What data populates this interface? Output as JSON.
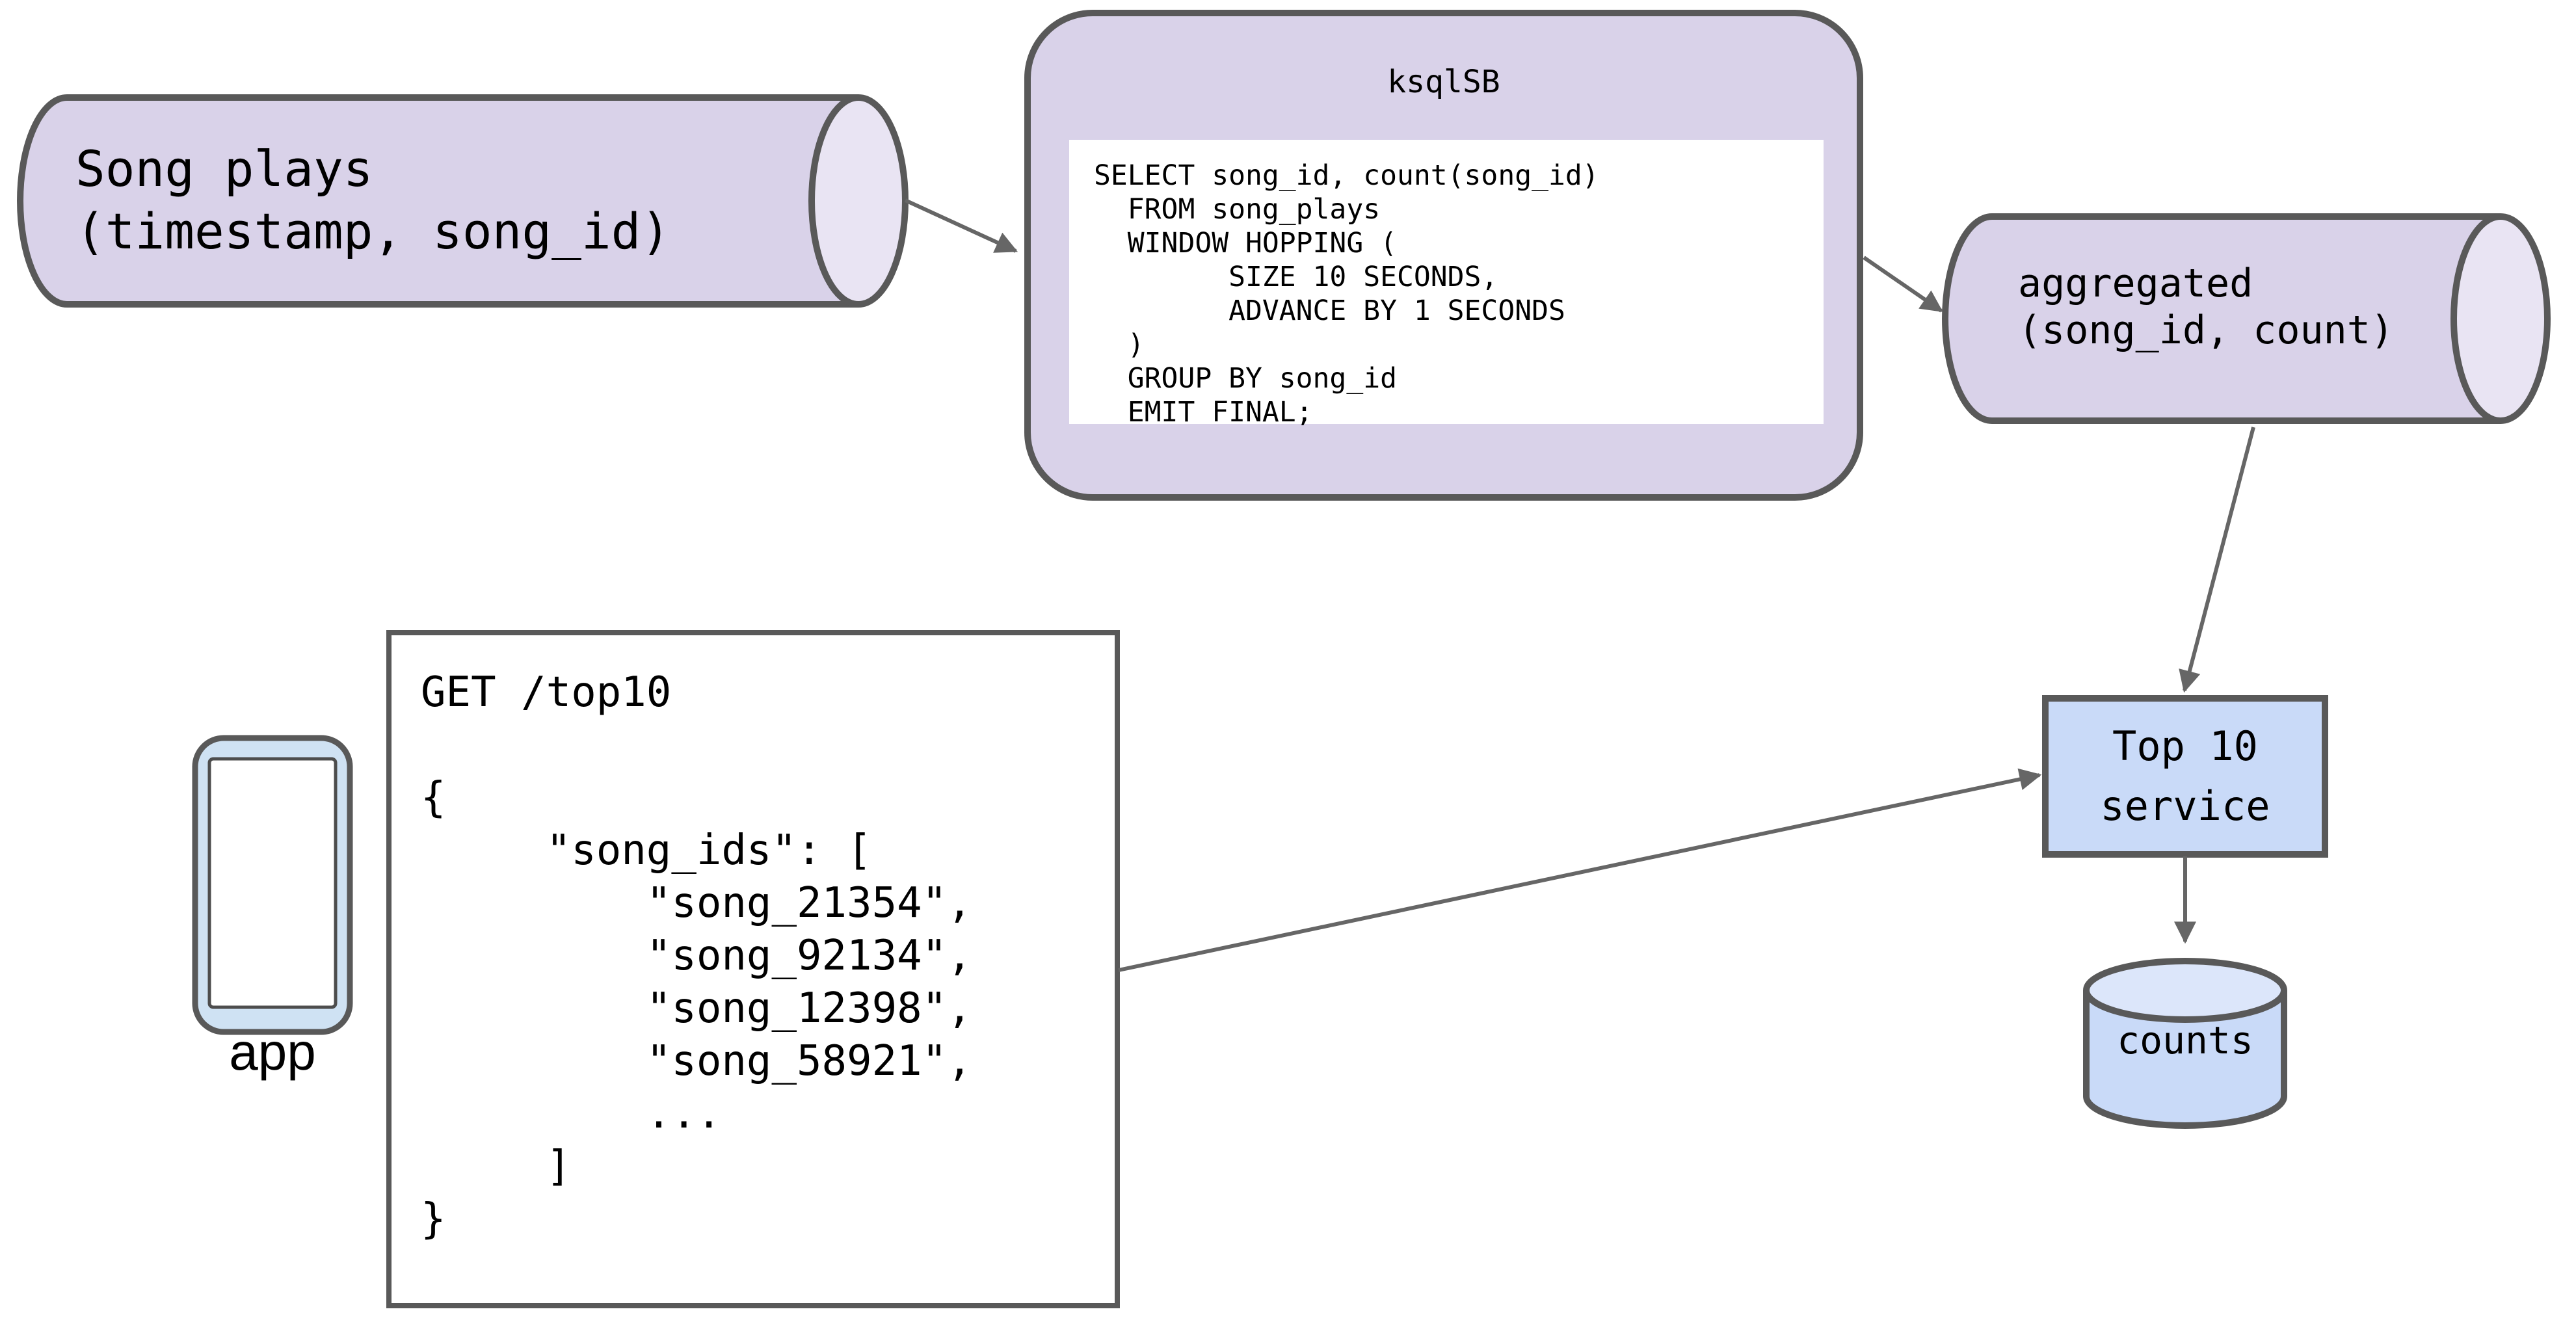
{
  "colors": {
    "lavender": "#d9d2e9",
    "lavender_light": "#e9e4f3",
    "blue": "#c9daf8",
    "blue_light": "#dce6fa",
    "phone_blue": "#cfe2f3",
    "white": "#ffffff",
    "stroke": "#595959",
    "arrow": "#666666"
  },
  "topic_song_plays": {
    "label": "Song plays\n(timestamp, song_id)"
  },
  "ksqldb": {
    "title": "ksqlSB",
    "sql": "SELECT song_id, count(song_id)\n  FROM song_plays\n  WINDOW HOPPING (\n        SIZE 10 SECONDS,\n        ADVANCE BY 1 SECONDS\n  )\n  GROUP BY song_id\n  EMIT FINAL;"
  },
  "topic_aggregated": {
    "label": "aggregated\n(song_id, count)"
  },
  "service_top10": {
    "label": "Top 10\nservice"
  },
  "store_counts": {
    "label": "counts"
  },
  "client_app": {
    "label": "app"
  },
  "request": {
    "code": "GET /top10\n\n{\n     \"song_ids\": [\n         \"song_21354\",\n         \"song_92134\",\n         \"song_12398\",\n         \"song_58921\",\n         ...\n     ]\n}"
  }
}
